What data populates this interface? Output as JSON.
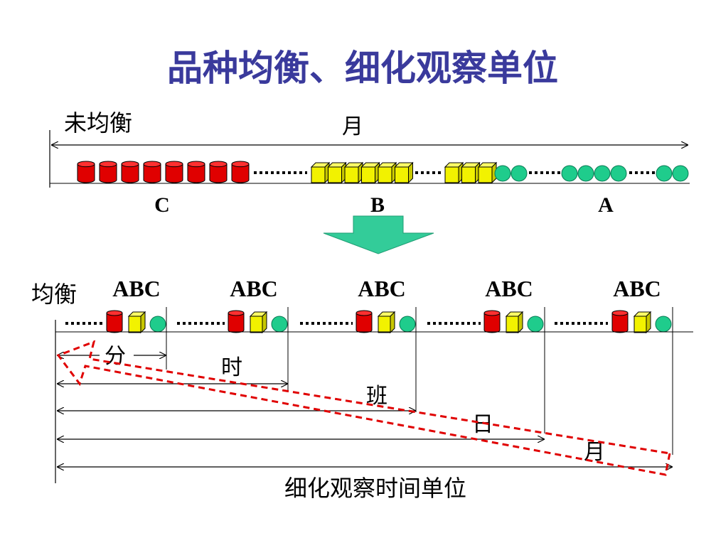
{
  "title": "品种均衡、细化观察单位",
  "unbalanced": {
    "label": "未均衡",
    "span_label": "月",
    "groups": [
      {
        "label": "C",
        "shape": "cylinder",
        "count": 8
      },
      {
        "label": "B",
        "shape": "cube",
        "count": 9
      },
      {
        "label": "A",
        "shape": "circle",
        "count": 8
      }
    ]
  },
  "balanced": {
    "label": "均衡",
    "unit_label": "ABC",
    "unit_count": 5
  },
  "time_units": [
    "分",
    "时",
    "班",
    "日",
    "月"
  ],
  "footer_label": "细化观察时间单位",
  "colors": {
    "title": "#3a3a9c",
    "cylinder": "#e00000",
    "cube": "#f2f200",
    "circle": "#1fcc8c",
    "arrow_down": "#33cc99",
    "dashed_arrow": "#e00000"
  }
}
